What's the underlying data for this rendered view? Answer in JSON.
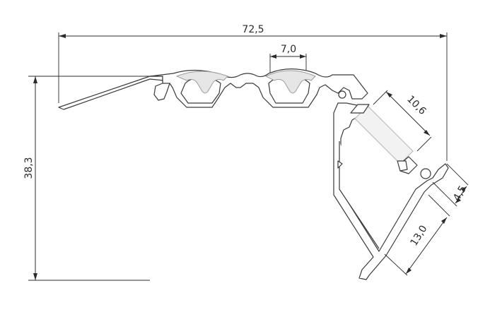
{
  "dimensions": {
    "total_width": "72,5",
    "slot_width": "7,0",
    "height": "38,3",
    "strip_width": "10,6",
    "lip": "4,5",
    "leg": "13,0"
  },
  "colors": {
    "line": "#2b2b2b",
    "profile_fill": "#ffffff",
    "diffuser_fill": "#e6e6e6"
  }
}
